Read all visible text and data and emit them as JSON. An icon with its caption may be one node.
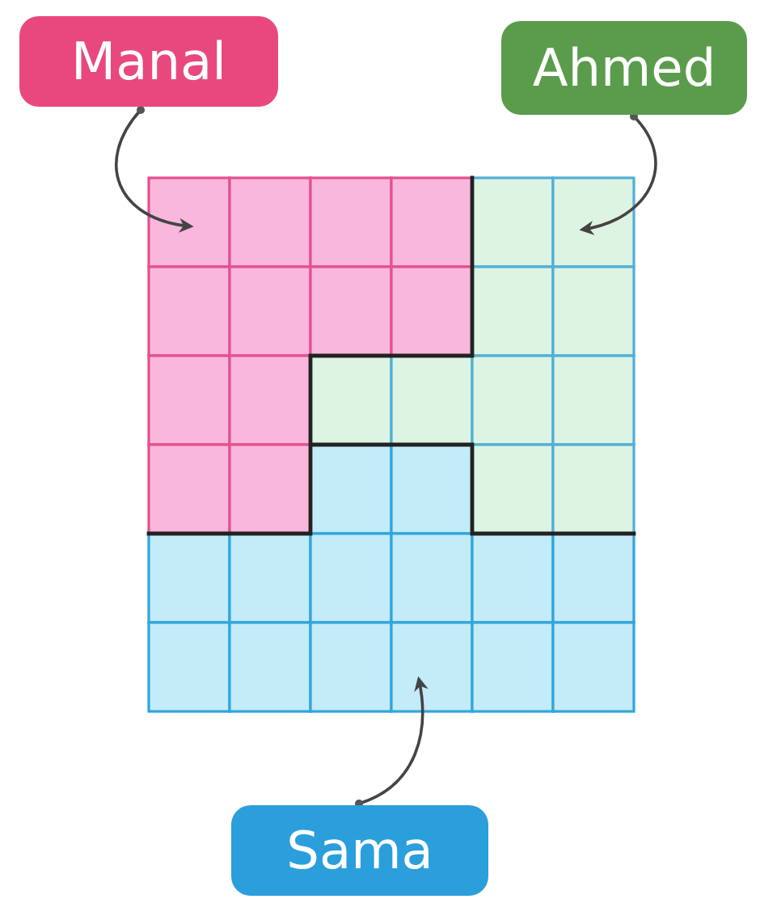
{
  "diagram": {
    "nodes": [
      {
        "text": [
          "Manal"
        ]
      },
      {
        "text": [
          "Ahmed"
        ]
      },
      {
        "text": [
          "Sama"
        ]
      },
      {
        "text": [],
        "shape": "box"
      },
      {
        "text": [],
        "shape": "box"
      },
      {
        "text": [],
        "shape": "box"
      }
    ],
    "edges": [
      {
        "from": 0,
        "to": 3,
        "arrow": "to"
      },
      {
        "from": 1,
        "to": 4,
        "arrow": "to"
      },
      {
        "from": 2,
        "to": 5,
        "arrow": "to"
      }
    ]
  }
}
